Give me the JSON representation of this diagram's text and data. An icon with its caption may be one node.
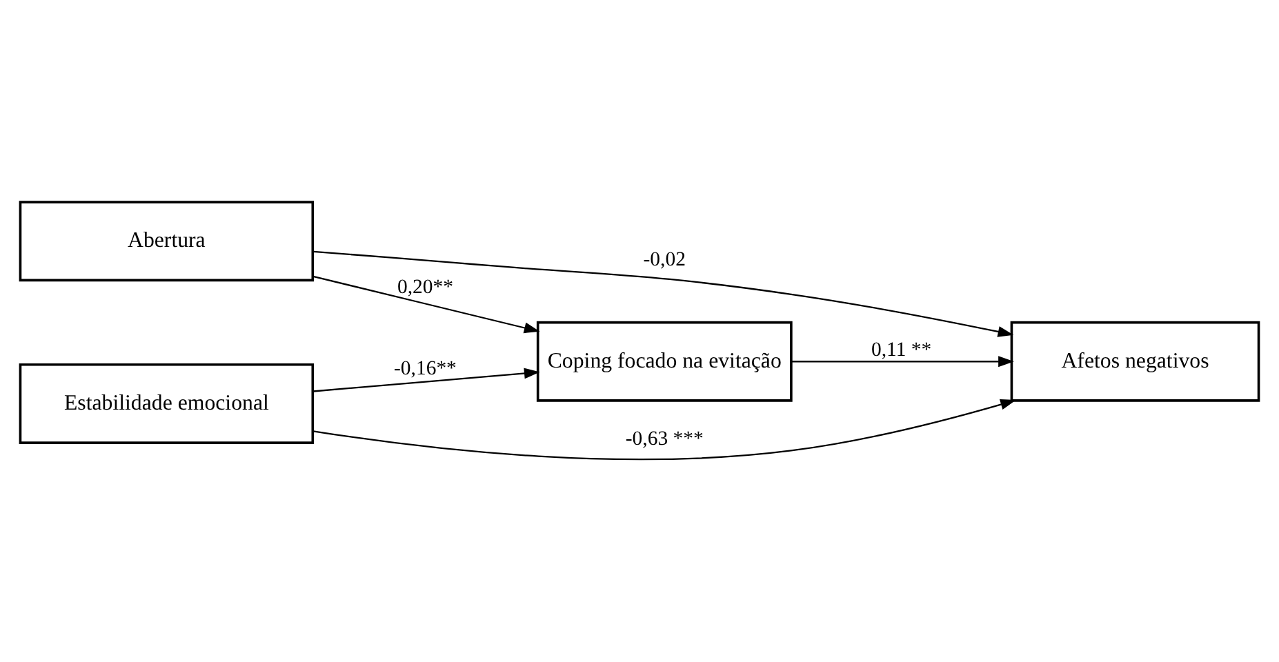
{
  "diagram": {
    "nodes": [
      {
        "text": [
          "Coping focado na evitação"
        ]
      },
      {
        "text": [
          "Abertura"
        ]
      },
      {
        "text": [
          "Estabilidade emocional"
        ]
      },
      {
        "text": [
          "Afetos negativos"
        ]
      }
    ],
    "edges": [
      {
        "from": 1,
        "to": 0,
        "arrow": "to",
        "label": "0,20**"
      },
      {
        "from": 2,
        "to": 0,
        "arrow": "to",
        "label": "-0,16**"
      },
      {
        "from": 0,
        "to": 3,
        "arrow": "to",
        "label": "0,11 **"
      },
      {
        "from": 1,
        "to": 3,
        "arrow": "to",
        "label": "-0,02"
      },
      {
        "from": 2,
        "to": 3,
        "arrow": "to",
        "label": "-0,63 ***"
      }
    ]
  }
}
